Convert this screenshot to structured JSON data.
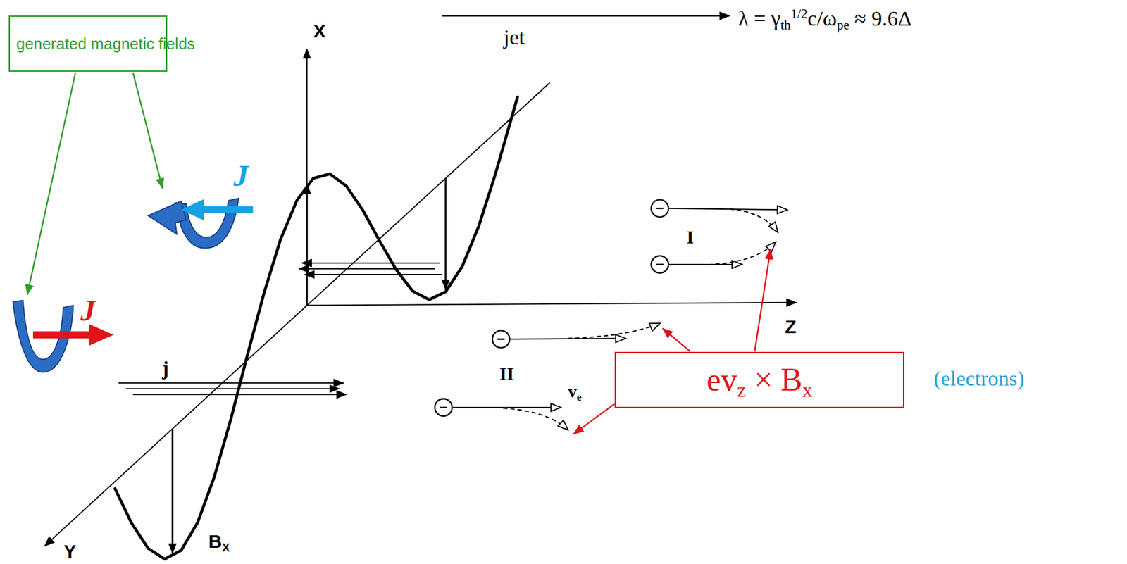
{
  "diagram": {
    "nodes": [
      {
        "text": [
          "generated magnetic fields"
        ]
      },
      {
        "text": [
          "evz × Bx"
        ]
      }
    ],
    "labels": [
      "jet",
      "λ = γth1/2c/ωpe ≈ 9.6Δ",
      "X",
      "J",
      "J",
      "j",
      "I",
      "II",
      "Z",
      "BX",
      "ve",
      "Y",
      "(electrons)"
    ]
  }
}
